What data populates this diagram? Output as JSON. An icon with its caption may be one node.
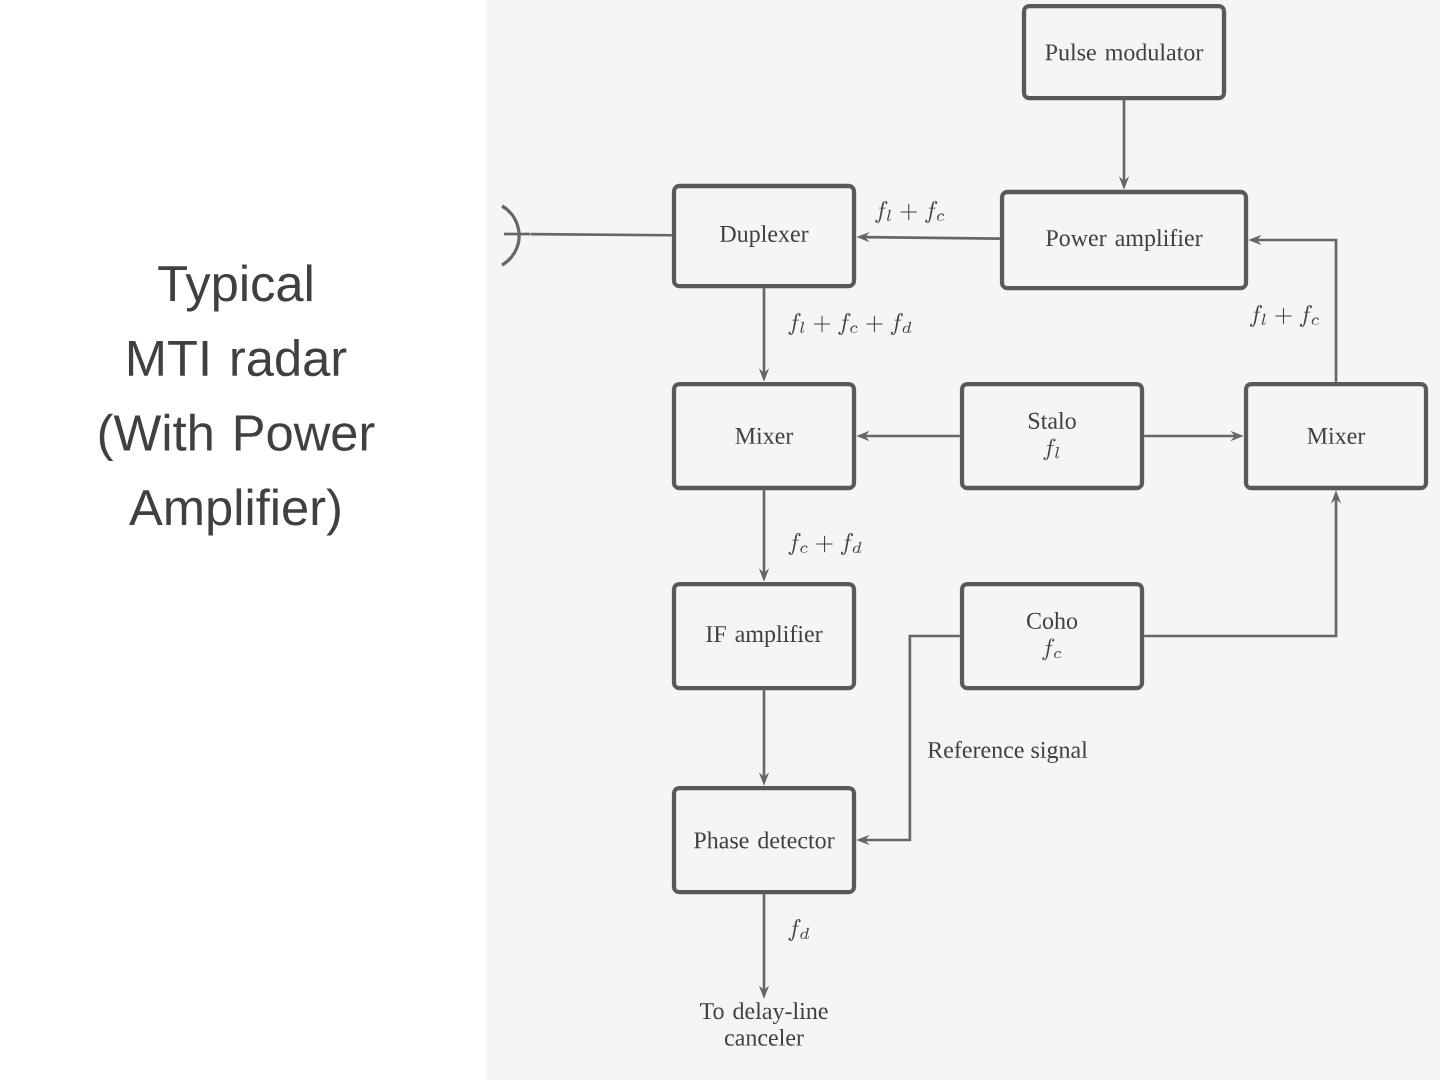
{
  "diagram": {
    "title": "Typical MTI radar (With Power Amplifier)",
    "nodes": [
      {
        "text": [
          "Pulse modulator"
        ]
      },
      {
        "text": [],
        "shape": "picture"
      },
      {
        "text": [
          "Duplexer"
        ]
      },
      {
        "text": [
          "Power amplifier"
        ]
      },
      {
        "text": [
          "Mixer"
        ]
      },
      {
        "text": [
          "Stalo",
          "f_l"
        ]
      },
      {
        "text": [
          "Mixer"
        ]
      },
      {
        "text": [
          "IF amplifier"
        ]
      },
      {
        "text": [
          "Coho",
          "f_c"
        ]
      },
      {
        "text": [
          "Phase detector"
        ]
      },
      {
        "text": [
          "To delay-line canceler"
        ]
      }
    ],
    "edges": [
      {
        "from": 1,
        "to": 2,
        "arrow": "none"
      },
      {
        "from": 0,
        "to": 3,
        "arrow": "to"
      },
      {
        "from": 3,
        "to": 2,
        "arrow": "to",
        "label": "f_l+f_c"
      },
      {
        "from": 6,
        "to": 3,
        "arrow": "to",
        "label": "f_l+f_c"
      },
      {
        "from": 2,
        "to": 4,
        "arrow": "to",
        "label": "f_l+f_c+f_d"
      },
      {
        "from": 5,
        "to": 4,
        "arrow": "to"
      },
      {
        "from": 5,
        "to": 6,
        "arrow": "to"
      },
      {
        "from": 4,
        "to": 7,
        "arrow": "to",
        "label": "f_c+f_d"
      },
      {
        "from": 7,
        "to": 9,
        "arrow": "to"
      },
      {
        "from": 8,
        "to": 6,
        "arrow": "to"
      },
      {
        "from": 8,
        "to": 9,
        "arrow": "to",
        "label": "Reference signal"
      },
      {
        "from": 9,
        "to": 10,
        "arrow": "to",
        "label": "f_d"
      }
    ]
  }
}
